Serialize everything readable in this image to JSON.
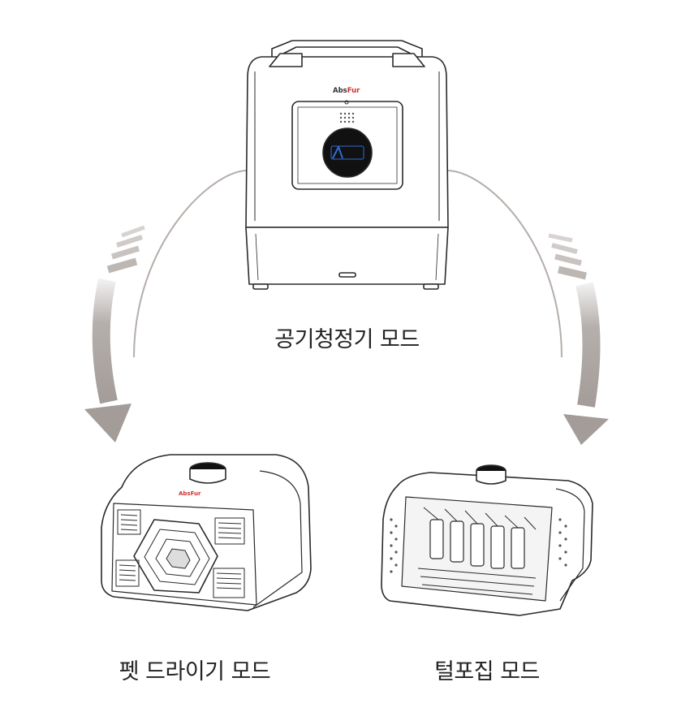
{
  "modes": {
    "air_purifier": {
      "label": "공기청정기 모드",
      "icon": "air-purifier-icon"
    },
    "pet_dryer": {
      "label": "펫 드라이기 모드",
      "icon": "pet-dryer-icon"
    },
    "fur_collector": {
      "label": "털포집 모드",
      "icon": "fur-collector-icon"
    }
  },
  "device": {
    "brand": "AbsFur"
  },
  "colors": {
    "arc": "#b5aeaa",
    "arrow": "#a39c98",
    "line": "#2a2a2a",
    "label": "#222222",
    "brand_accent": "#d32f2f",
    "display_blue": "#2f6bd6"
  }
}
